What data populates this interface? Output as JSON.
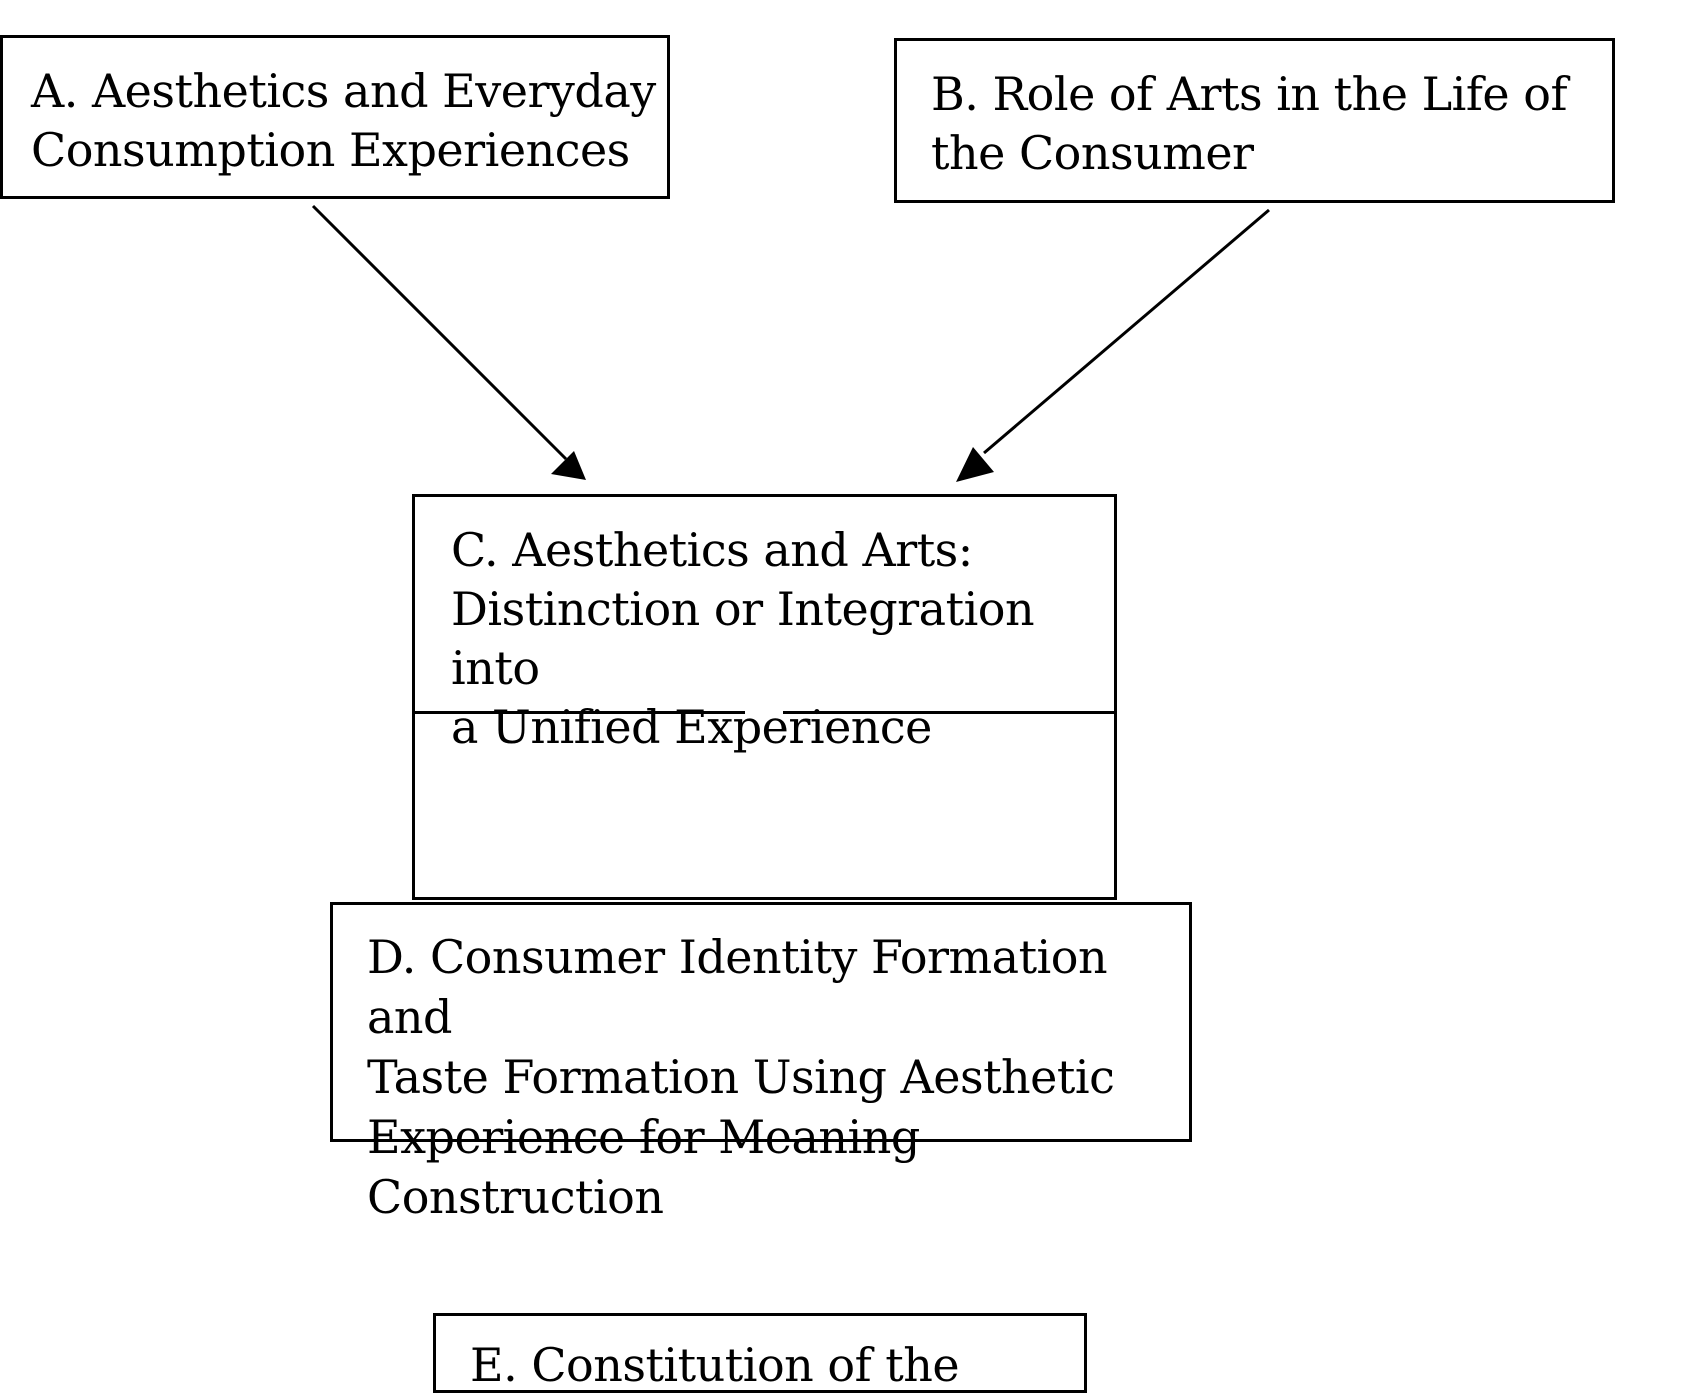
{
  "diagram": {
    "nodes": [
      {
        "id": "A",
        "text": "A. Aesthetics and Everyday\nConsumption Experiences"
      },
      {
        "id": "B",
        "text": "B. Role of Arts in the Life of\nthe Consumer"
      },
      {
        "id": "C",
        "text": "C. Aesthetics and Arts:\nDistinction or Integration into\na Unified Experience"
      },
      {
        "id": "D",
        "text": "D. Consumer Identity Formation and\nTaste Formation Using Aesthetic\nExperience for Meaning Construction"
      },
      {
        "id": "E",
        "text": "E. Constitution of the"
      }
    ],
    "edges": [
      {
        "from": "A",
        "to": "C"
      },
      {
        "from": "B",
        "to": "C"
      }
    ],
    "colors": {
      "stroke": "#000000",
      "background": "#ffffff"
    }
  }
}
